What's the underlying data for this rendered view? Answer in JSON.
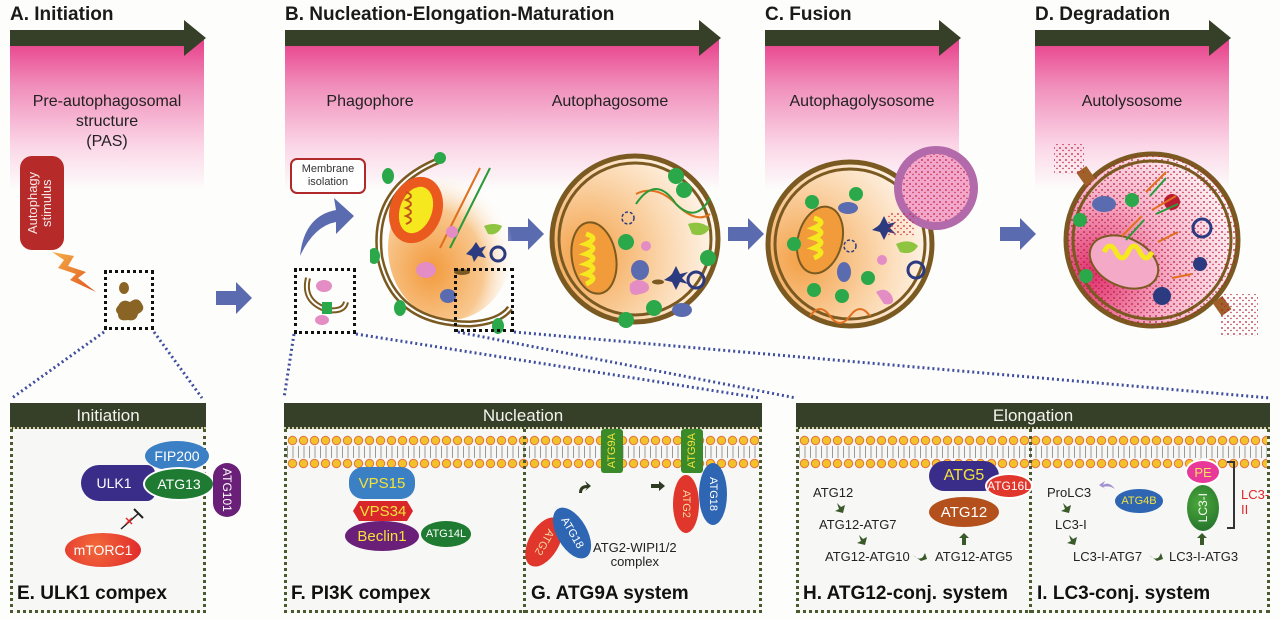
{
  "stages": [
    {
      "title": "A. Initiation",
      "structure": [
        "Pre-autophagosomal",
        "structure",
        "(PAS)"
      ]
    },
    {
      "title": "B. Nucleation-Elongation-Maturation",
      "structures": [
        "Phagophore",
        "Autophagosome"
      ]
    },
    {
      "title": "C. Fusion",
      "structure": "Autophagolysosome"
    },
    {
      "title": "D. Degradation",
      "structure": "Autolysosome"
    }
  ],
  "callouts": {
    "stimulus": "Autophagy stimulus",
    "membrane_isolation": [
      "Membrane",
      "isolation"
    ]
  },
  "panels": {
    "initiation": {
      "header": "Initiation",
      "caption": "E. ULK1 compex",
      "proteins": {
        "fip200": "FIP200",
        "ulk1": "ULK1",
        "atg13": "ATG13",
        "atg101": "ATG101",
        "mtorc1": "mTORC1"
      }
    },
    "nucleation": {
      "header": "Nucleation",
      "pi3k": {
        "caption": "F. PI3K compex",
        "proteins": {
          "vps15": "VPS15",
          "vps34": "VPS34",
          "beclin1": "Beclin1",
          "atg14l": "ATG14L"
        }
      },
      "atg9a": {
        "caption": "G. ATG9A system",
        "proteins": {
          "atg9a": "ATG9A",
          "atg2": "ATG2",
          "atg18": "ATG18"
        },
        "complex_label": [
          "ATG2-WIPI1/2",
          "complex"
        ]
      }
    },
    "elongation": {
      "header": "Elongation",
      "atg12": {
        "caption": "H. ATG12-conj. system",
        "steps": [
          "ATG12",
          "ATG12-ATG7",
          "ATG12-ATG10",
          "ATG12-ATG5"
        ],
        "proteins": {
          "atg5": "ATG5",
          "atg16l": "ATG16L",
          "atg12": "ATG12"
        }
      },
      "lc3": {
        "caption": "I. LC3-conj. system",
        "steps": [
          "ProLC3",
          "LC3-I",
          "LC3-I-ATG7",
          "LC3-I-ATG3"
        ],
        "proteins": {
          "atg4b": "ATG4B",
          "pe": "PE",
          "lc3i": "LC3-I"
        },
        "bracket_label": "LC3-II"
      }
    }
  },
  "colors": {
    "arrow_dark": "#363f28",
    "stage_pink": "#e8418b",
    "flow_arrow": "#5a6bb0",
    "connector_dots": "#3f4e9e",
    "lc3ii_red": "#e0262b"
  }
}
